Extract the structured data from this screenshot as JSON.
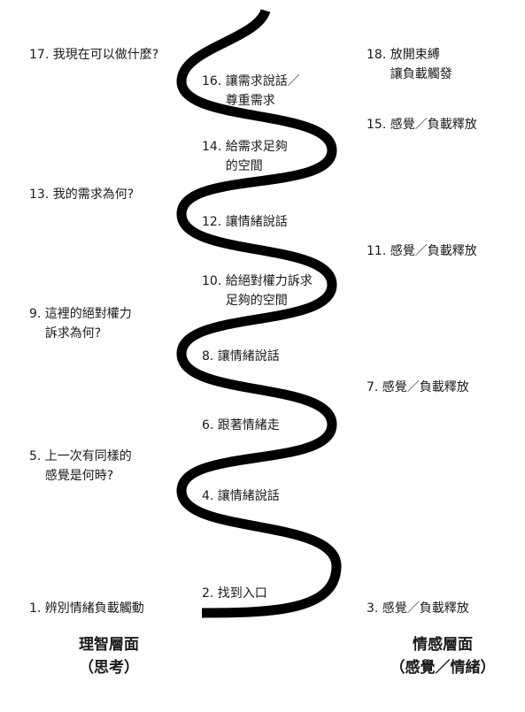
{
  "diagram": {
    "stroke_color": "#000000",
    "text_color": "#1a1a1a"
  },
  "steps": [
    {
      "id": "1",
      "text": "1. 辨別情緒負載觸動",
      "side": "left"
    },
    {
      "id": "2",
      "text": "2. 找到入口",
      "side": "center"
    },
    {
      "id": "3",
      "text": "3. 感覺／負載釋放",
      "side": "right"
    },
    {
      "id": "4",
      "text": "4. 讓情緒說話",
      "side": "center"
    },
    {
      "id": "5",
      "text": "5. 上一次有同樣的\n    感覺是何時?",
      "side": "left"
    },
    {
      "id": "6",
      "text": "6. 跟著情緒走",
      "side": "center"
    },
    {
      "id": "7",
      "text": "7. 感覺／負載釋放",
      "side": "right"
    },
    {
      "id": "8",
      "text": "8. 讓情緒說話",
      "side": "center"
    },
    {
      "id": "9",
      "text": "9. 這裡的絕對權力\n    訴求為何?",
      "side": "left"
    },
    {
      "id": "10",
      "text": "10. 給絕對權力訴求\n      足夠的空間",
      "side": "center"
    },
    {
      "id": "11",
      "text": "11. 感覺／負載釋放",
      "side": "right"
    },
    {
      "id": "12",
      "text": "12. 讓情緒說話",
      "side": "center"
    },
    {
      "id": "13",
      "text": "13. 我的需求為何?",
      "side": "left"
    },
    {
      "id": "14",
      "text": "14. 給需求足夠\n      的空間",
      "side": "center"
    },
    {
      "id": "15",
      "text": "15. 感覺／負載釋放",
      "side": "right"
    },
    {
      "id": "16",
      "text": "16. 讓需求說話／\n      尊重需求",
      "side": "center"
    },
    {
      "id": "17",
      "text": "17. 我現在可以做什麼?",
      "side": "left"
    },
    {
      "id": "18",
      "text": "18. 放開束縛\n      讓負載觸發",
      "side": "right"
    }
  ],
  "headers": {
    "left": "理智層面\n（思考）",
    "right": "情感層面\n（感覺／情緒）"
  }
}
